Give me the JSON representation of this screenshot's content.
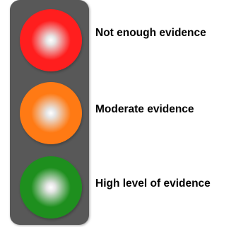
{
  "colors": {
    "housing": "#585858",
    "red": "#ff1e1e",
    "orange": "#ff7a14",
    "green": "#1e8f1e"
  },
  "lights": [
    {
      "color_name": "red",
      "label": "Not enough evidence"
    },
    {
      "color_name": "orange",
      "label": "Moderate evidence"
    },
    {
      "color_name": "green",
      "label": "High level of evidence"
    }
  ]
}
